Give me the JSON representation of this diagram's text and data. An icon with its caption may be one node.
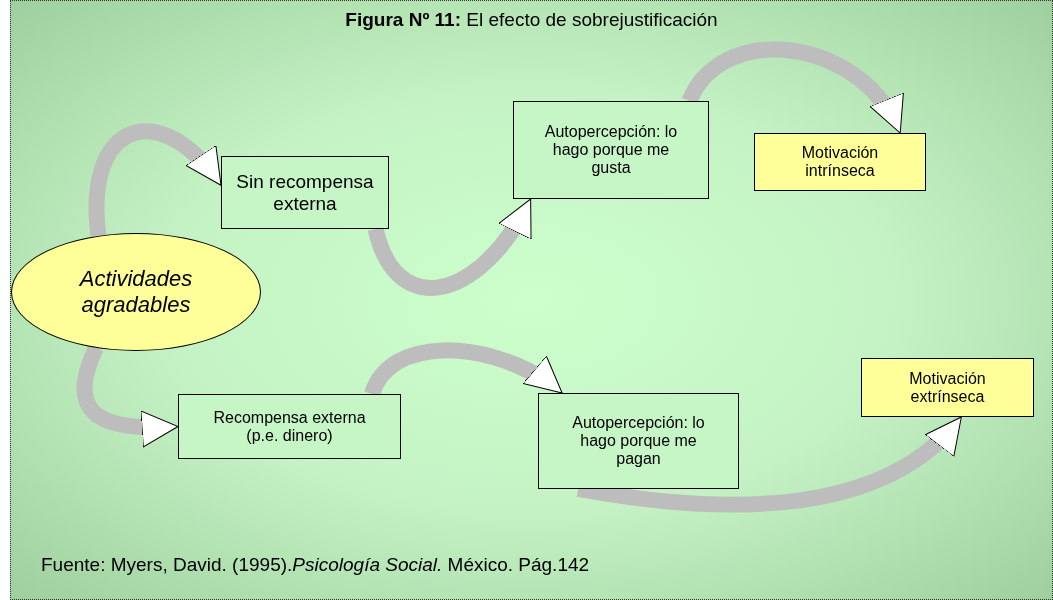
{
  "diagram": {
    "title": "**Figura Nº 11:** El efecto de sobrejustificación",
    "caption": "Fuente: Myers, David. (1995).*Psicología Social.* México. Pág.142",
    "nodes": [
      {
        "text": [
          "Actividades agradables"
        ]
      },
      {
        "text": [
          "Sin recompensa externa"
        ]
      },
      {
        "text": [
          "Autopercepción: lo hago porque me gusta"
        ]
      },
      {
        "text": [
          "Motivación intrínseca"
        ]
      },
      {
        "text": [
          "Recompensa externa (p.e. dinero)"
        ]
      },
      {
        "text": [
          "Autopercepción: lo hago porque me pagan"
        ]
      },
      {
        "text": [
          "Motivación extrínseca"
        ]
      }
    ],
    "edges": [
      {
        "from": 0,
        "to": 1,
        "arrow": "to"
      },
      {
        "from": 1,
        "to": 2,
        "arrow": "to"
      },
      {
        "from": 2,
        "to": 3,
        "arrow": "to"
      },
      {
        "from": 0,
        "to": 4,
        "arrow": "to"
      },
      {
        "from": 4,
        "to": 5,
        "arrow": "to"
      },
      {
        "from": 5,
        "to": 6,
        "arrow": "to"
      }
    ]
  }
}
